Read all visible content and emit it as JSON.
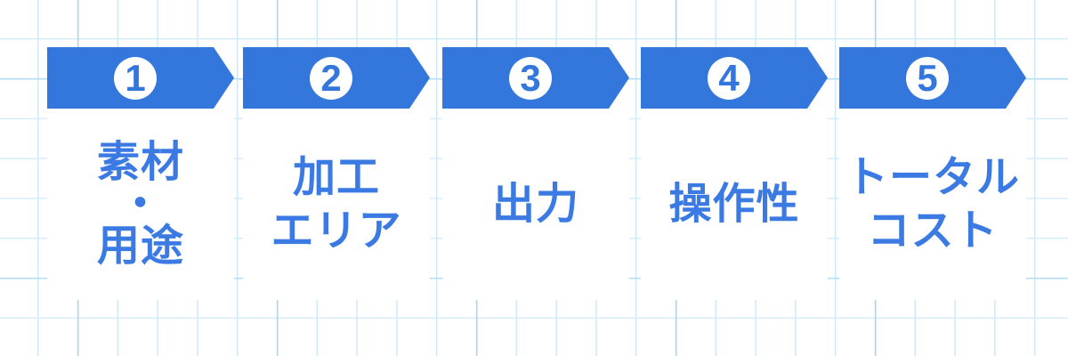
{
  "colors": {
    "banner_blue": "#3377dc",
    "label_blue": "#3b7ae3",
    "grid_line_light": "#cfe9fb",
    "grid_line_dark": "#a9d6f1",
    "card_background": "#ffffff"
  },
  "steps": [
    {
      "number": "1",
      "label_text": "素材・用途",
      "label_lines": [
        "素材",
        "・",
        "用途"
      ]
    },
    {
      "number": "2",
      "label_text": "加工エリア",
      "label_lines": [
        "加工",
        "エリア"
      ]
    },
    {
      "number": "3",
      "label_text": "出力",
      "label_lines": [
        "出力"
      ]
    },
    {
      "number": "4",
      "label_text": "操作性",
      "label_lines": [
        "操作性"
      ]
    },
    {
      "number": "5",
      "label_text": "トータルコスト",
      "label_lines": [
        "トータル",
        "コスト"
      ]
    }
  ]
}
